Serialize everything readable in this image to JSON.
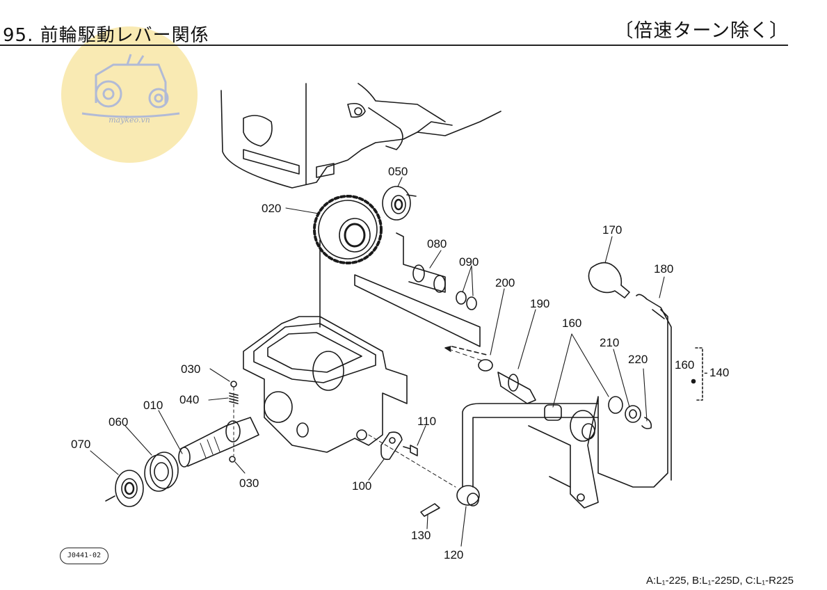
{
  "header": {
    "title": "95. 前輪駆動レバー関係",
    "note": "〔倍速ターン除く〕"
  },
  "watermark": {
    "text": "maykeo.vn"
  },
  "parts": [
    {
      "id": "p020",
      "label": "020"
    },
    {
      "id": "p050",
      "label": "050"
    },
    {
      "id": "p080",
      "label": "080"
    },
    {
      "id": "p090",
      "label": "090"
    },
    {
      "id": "p170",
      "label": "170"
    },
    {
      "id": "p180",
      "label": "180"
    },
    {
      "id": "p200",
      "label": "200"
    },
    {
      "id": "p190",
      "label": "190"
    },
    {
      "id": "p160a",
      "label": "160"
    },
    {
      "id": "p210",
      "label": "210"
    },
    {
      "id": "p220",
      "label": "220"
    },
    {
      "id": "p160b",
      "label": "160"
    },
    {
      "id": "p140",
      "label": "140"
    },
    {
      "id": "p030a",
      "label": "030"
    },
    {
      "id": "p040",
      "label": "040"
    },
    {
      "id": "p010",
      "label": "010"
    },
    {
      "id": "p060",
      "label": "060"
    },
    {
      "id": "p070",
      "label": "070"
    },
    {
      "id": "p030b",
      "label": "030"
    },
    {
      "id": "p110",
      "label": "110"
    },
    {
      "id": "p100",
      "label": "100"
    },
    {
      "id": "p130",
      "label": "130"
    },
    {
      "id": "p120",
      "label": "120"
    }
  ],
  "footer": {
    "drawing_code": "J0441-02",
    "models": "A:L₁-225, B:L₁-225D, C:L₁-R225"
  },
  "colors": {
    "ink": "#111111",
    "watermark_bg": "#f8e7a6",
    "watermark_ink": "#8f9bb8"
  }
}
